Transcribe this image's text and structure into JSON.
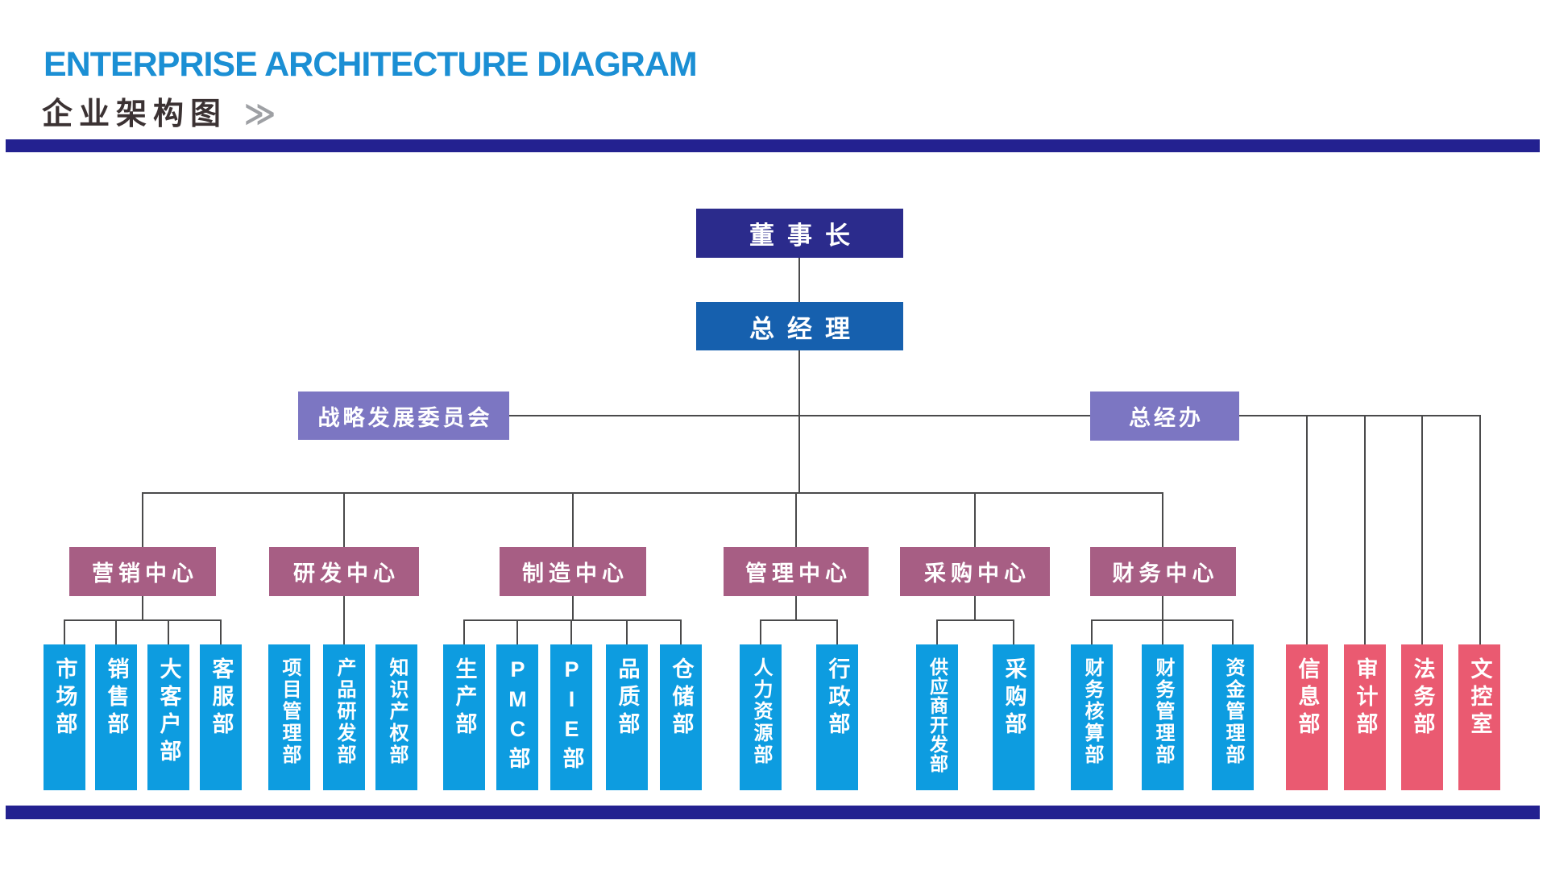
{
  "header": {
    "title_en": "ENTERPRISE ARCHITECTURE DIAGRAM",
    "title_zh": "企业架构图",
    "chevron": "≫"
  },
  "colors": {
    "title_blue": "#1B8FD4",
    "navy": "#2B2B8C",
    "bar_navy": "#232190",
    "gm_blue": "#1660AE",
    "purple": "#7C76C2",
    "center_mauve": "#A75E84",
    "dept_cyan": "#0D9CE0",
    "office_red": "#EA5A71",
    "line_gray": "#4A4A4B"
  },
  "org": {
    "chairman": {
      "label": "董事长"
    },
    "general_manager": {
      "label": "总经理"
    },
    "committee": {
      "label": "战略发展委员会"
    },
    "gm_office": {
      "label": "总经办"
    },
    "centers": [
      {
        "label": "营销中心",
        "departments": [
          "市场部",
          "销售部",
          "大客户部",
          "客服部"
        ]
      },
      {
        "label": "研发中心",
        "departments": [
          "项目管理部",
          "产品研发部",
          "知识产权部"
        ]
      },
      {
        "label": "制造中心",
        "departments": [
          "生产部",
          "PMC部",
          "PIE部",
          "品质部",
          "仓储部"
        ]
      },
      {
        "label": "管理中心",
        "departments": [
          "人力资源部",
          "行政部"
        ]
      },
      {
        "label": "采购中心",
        "departments": [
          "供应商开发部",
          "采购部"
        ]
      },
      {
        "label": "财务中心",
        "departments": [
          "财务核算部",
          "财务管理部",
          "资金管理部"
        ]
      }
    ],
    "direct_offices": [
      "信息部",
      "审计部",
      "法务部",
      "文控室"
    ]
  }
}
